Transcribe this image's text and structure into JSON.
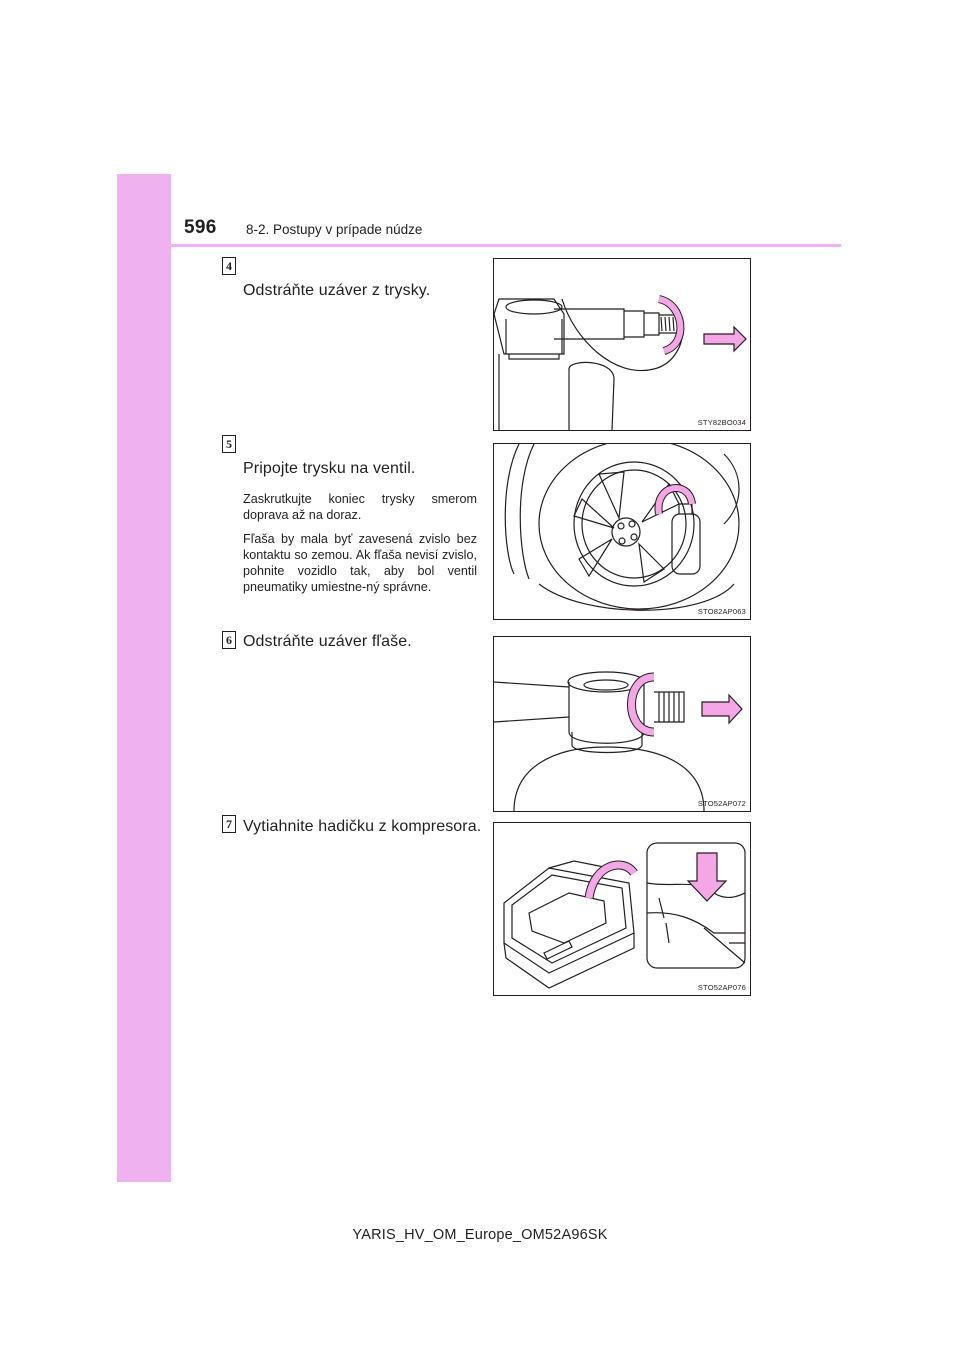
{
  "header": {
    "page_number": "596",
    "section_title": "8-2. Postupy v prípade núdze"
  },
  "steps": [
    {
      "number": "4",
      "heading": "Odstráňte uzáver z trysky.",
      "notes": [],
      "figure_code": "STY82BO034"
    },
    {
      "number": "5",
      "heading": "Pripojte trysku na ventil.",
      "notes": [
        "Zaskrutkujte koniec trysky smerom doprava až na doraz.",
        "Fľaša by mala byť zavesená zvislo bez kontaktu so zemou. Ak fľaša nevisí zvislo, pohnite vozidlo tak, aby bol ventil pneumatiky umiestne-ný správne."
      ],
      "figure_code": "STO82AP063"
    },
    {
      "number": "6",
      "heading": "Odstráňte uzáver fľaše.",
      "notes": [],
      "figure_code": "STO52AP072"
    },
    {
      "number": "7",
      "heading": "Vytiahnite hadičku z kompresora.",
      "notes": [],
      "figure_code": "STO52AP076"
    }
  ],
  "footer": {
    "document_id": "YARIS_HV_OM_Europe_OM52A96SK"
  },
  "colors": {
    "accent_pink": "#efb1ef",
    "arrow_pink": "#f5a6e6",
    "ink": "#231f20"
  }
}
